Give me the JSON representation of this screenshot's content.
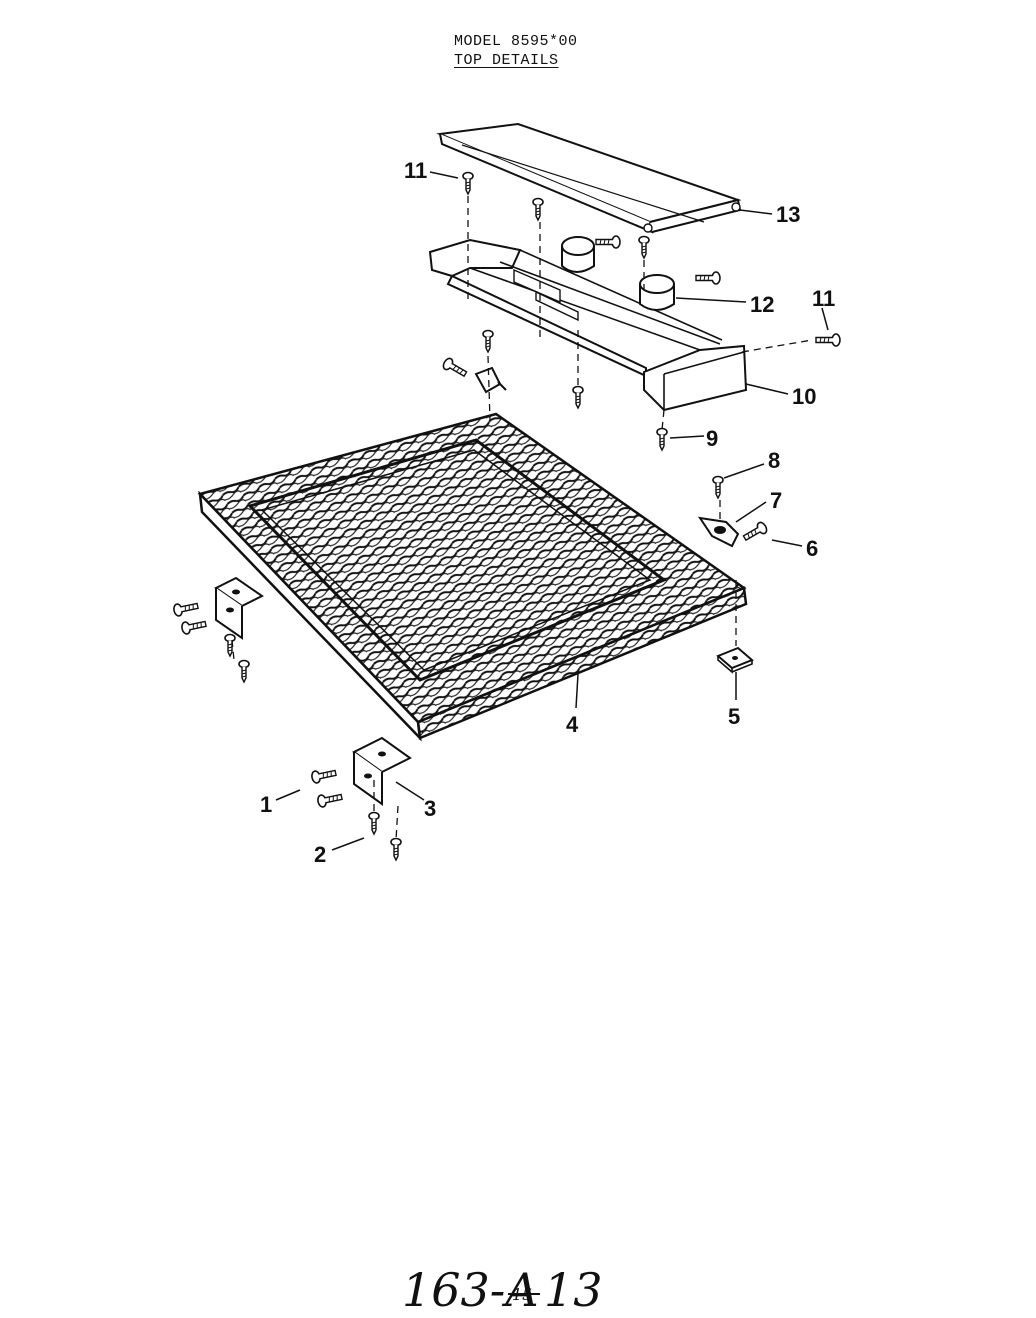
{
  "header": {
    "model": "MODEL 8595*00",
    "subtitle": "TOP DETAILS"
  },
  "callouts": {
    "c1": "1",
    "c2": "2",
    "c3": "3",
    "c4": "4",
    "c5": "5",
    "c6": "6",
    "c7": "7",
    "c8": "8",
    "c9": "9",
    "c10": "10",
    "c11a": "11",
    "c11b": "11",
    "c12": "12",
    "c13": "13"
  },
  "footer": {
    "code_prefix": "163-A",
    "code_struck": "15",
    "code_suffix": "13"
  }
}
